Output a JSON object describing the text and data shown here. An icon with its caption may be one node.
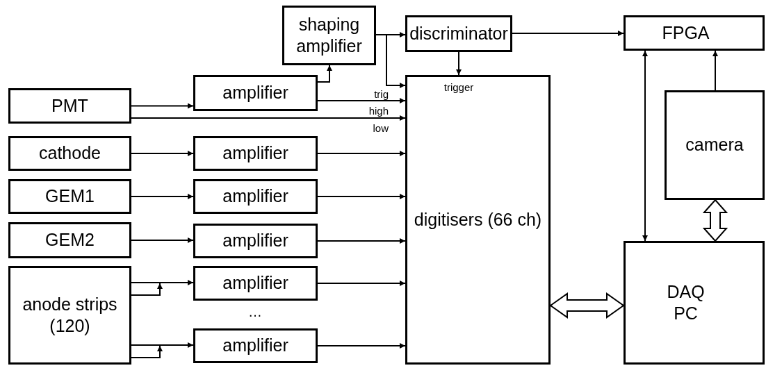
{
  "diagram": {
    "nodes": [
      {
        "text": [
          "shaping amplifier"
        ]
      },
      {
        "text": [
          "discriminator"
        ]
      },
      {
        "text": [
          "FPGA"
        ]
      },
      {
        "text": [
          "PMT"
        ]
      },
      {
        "text": [
          "amplifier"
        ]
      },
      {
        "text": [
          "digitisers (66 ch)"
        ]
      },
      {
        "text": [
          "camera"
        ]
      },
      {
        "text": [
          "cathode"
        ]
      },
      {
        "text": [
          "amplifier"
        ]
      },
      {
        "text": [
          "GEM1"
        ]
      },
      {
        "text": [
          "amplifier"
        ]
      },
      {
        "text": [
          "GEM2"
        ]
      },
      {
        "text": [
          "amplifier"
        ]
      },
      {
        "text": [
          "anode strips (120)"
        ]
      },
      {
        "text": [
          "amplifier"
        ]
      },
      {
        "text": [
          "amplifier"
        ]
      },
      {
        "text": [
          "DAQ PC"
        ]
      }
    ],
    "edges": [
      {
        "from": 3,
        "to": 4,
        "arrow": "to"
      },
      {
        "from": 4,
        "to": 0,
        "arrow": "to"
      },
      {
        "from": 0,
        "to": 1,
        "arrow": "to"
      },
      {
        "from": 0,
        "to": 5,
        "arrow": "to",
        "label": "trig"
      },
      {
        "from": 1,
        "to": 5,
        "arrow": "to",
        "label": "trigger"
      },
      {
        "from": 1,
        "to": 2,
        "arrow": "to"
      },
      {
        "from": 4,
        "to": 5,
        "arrow": "to",
        "label": "high"
      },
      {
        "from": 3,
        "to": 5,
        "arrow": "to",
        "label": "low"
      },
      {
        "from": 7,
        "to": 8,
        "arrow": "to"
      },
      {
        "from": 8,
        "to": 5,
        "arrow": "to"
      },
      {
        "from": 9,
        "to": 10,
        "arrow": "to"
      },
      {
        "from": 10,
        "to": 5,
        "arrow": "to"
      },
      {
        "from": 11,
        "to": 12,
        "arrow": "to"
      },
      {
        "from": 12,
        "to": 5,
        "arrow": "to"
      },
      {
        "from": 13,
        "to": 14,
        "arrow": "to"
      },
      {
        "from": 14,
        "to": 5,
        "arrow": "to"
      },
      {
        "from": 13,
        "to": 15,
        "arrow": "to"
      },
      {
        "from": 15,
        "to": 5,
        "arrow": "to"
      },
      {
        "from": 5,
        "to": 16,
        "arrow": "both",
        "style": "thick"
      },
      {
        "from": 2,
        "to": 16,
        "arrow": "both"
      },
      {
        "from": 6,
        "to": 2,
        "arrow": "to"
      },
      {
        "from": 6,
        "to": 16,
        "arrow": "both",
        "style": "thick"
      }
    ],
    "labels": [
      "…"
    ]
  }
}
